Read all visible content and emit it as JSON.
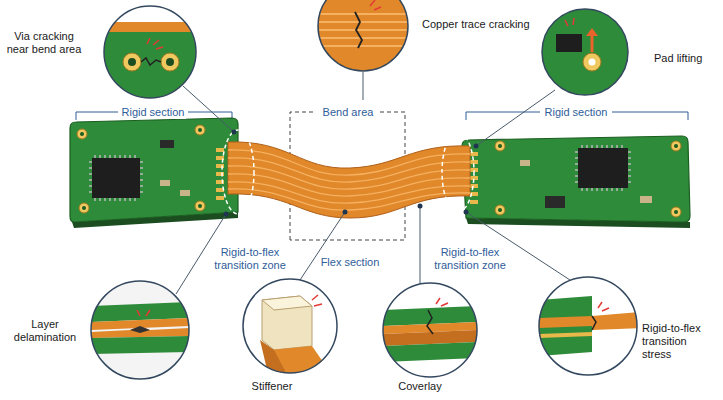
{
  "diagram": {
    "labels": [
      "Via cracking near bend area",
      "Copper trace cracking",
      "Pad lifting",
      "Rigid section",
      "Bend area",
      "Rigid section",
      "Rigid-to-flex transition zone",
      "Flex section",
      "Rigid-to-flex transition zone",
      "Layer delamination",
      "Stiffener",
      "Coverlay",
      "Rigid-to-flex transition stress"
    ]
  }
}
